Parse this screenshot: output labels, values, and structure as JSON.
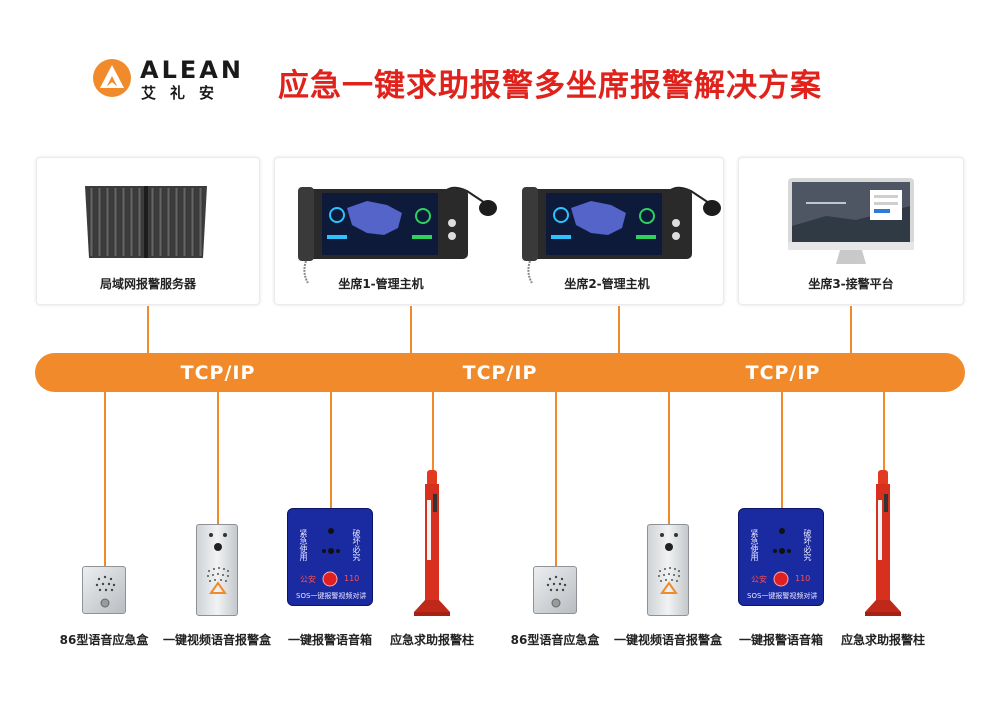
{
  "header": {
    "logo_en": "ALEAN",
    "logo_cn": "艾礼安",
    "title": "应急一键求助报警多坐席报警解决方案"
  },
  "cards": [
    {
      "label": "局域网报警服务器"
    },
    {
      "label": "坐席1-管理主机"
    },
    {
      "label": "坐席2-管理主机"
    },
    {
      "label": "坐席3-接警平台"
    }
  ],
  "bus": {
    "labels": [
      "TCP/IP",
      "TCP/IP",
      "TCP/IP"
    ]
  },
  "devices": [
    {
      "label": "86型语音应急盒"
    },
    {
      "label": "一键视频语音报警盒"
    },
    {
      "label": "一键报警语音箱"
    },
    {
      "label": "应急求助报警柱"
    },
    {
      "label": "86型语音应急盒"
    },
    {
      "label": "一键视频语音报警盒"
    },
    {
      "label": "一键报警语音箱"
    },
    {
      "label": "应急求助报警柱"
    }
  ],
  "speaker_box": {
    "left_text": "紧急使用",
    "right_text": "破坏必究",
    "button_left": "公安",
    "button_right": "110",
    "bottom_text": "SOS一键报警视频对讲"
  },
  "colors": {
    "accent": "#f08a2a",
    "title_red": "#e0221c",
    "box_blue": "#1a2aa0",
    "pillar_red": "#d8301f"
  }
}
